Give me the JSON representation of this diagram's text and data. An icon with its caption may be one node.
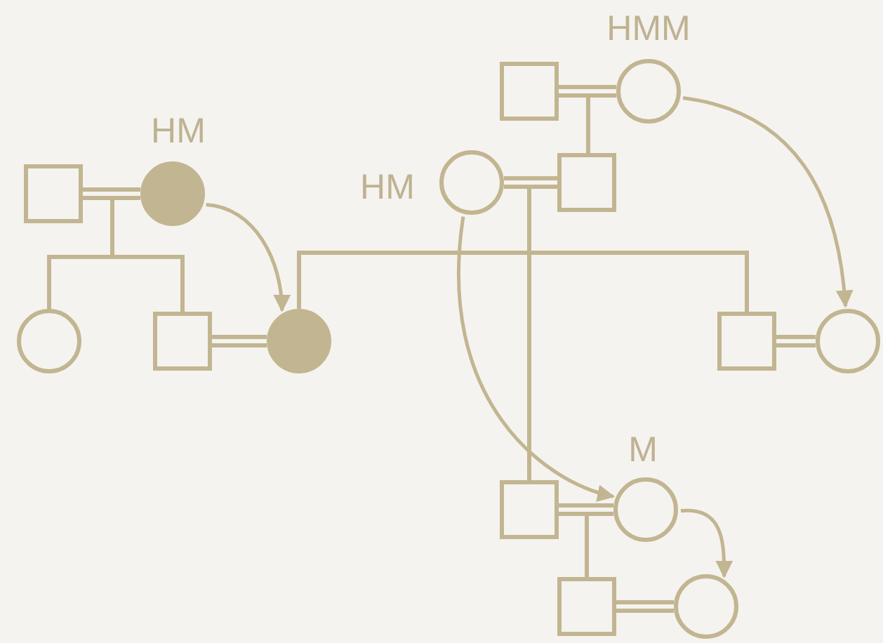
{
  "diagram": {
    "nodes": [
      {
        "text": [],
        "shape": "box"
      },
      {
        "text": [],
        "shape": "circle",
        "beside": [
          "HMM"
        ]
      },
      {
        "text": [],
        "shape": "box"
      },
      {
        "text": [],
        "shape": "box"
      },
      {
        "text": [],
        "shape": "circle",
        "beside": [
          "HM"
        ]
      },
      {
        "text": [],
        "shape": "circle",
        "beside": [
          "HM"
        ]
      },
      {
        "text": [],
        "shape": "circle"
      },
      {
        "text": [],
        "shape": "box"
      },
      {
        "text": [],
        "shape": "circle"
      },
      {
        "text": [],
        "shape": "box"
      },
      {
        "text": [],
        "shape": "circle"
      },
      {
        "text": [],
        "shape": "box"
      },
      {
        "text": [],
        "shape": "circle",
        "beside": [
          "M"
        ]
      },
      {
        "text": [],
        "shape": "box"
      },
      {
        "text": [],
        "shape": "circle"
      }
    ],
    "edges": [
      {
        "from": 0,
        "to": 1,
        "arrow": "none"
      },
      {
        "from": 3,
        "to": 4,
        "arrow": "none"
      },
      {
        "from": 5,
        "to": 2,
        "arrow": "none"
      },
      {
        "from": 7,
        "to": 8,
        "arrow": "none"
      },
      {
        "from": 9,
        "to": 10,
        "arrow": "none"
      },
      {
        "from": 11,
        "to": 12,
        "arrow": "none"
      },
      {
        "from": 13,
        "to": 14,
        "arrow": "none"
      },
      {
        "from": 0,
        "to": 2,
        "arrow": "none"
      },
      {
        "from": 3,
        "to": 6,
        "arrow": "none"
      },
      {
        "from": 3,
        "to": 7,
        "arrow": "none"
      },
      {
        "from": 2,
        "to": 8,
        "arrow": "none"
      },
      {
        "from": 2,
        "to": 9,
        "arrow": "none"
      },
      {
        "from": 2,
        "to": 11,
        "arrow": "none"
      },
      {
        "from": 11,
        "to": 13,
        "arrow": "none"
      },
      {
        "from": 4,
        "to": 8,
        "arrow": "to"
      },
      {
        "from": 1,
        "to": 10,
        "arrow": "to"
      },
      {
        "from": 5,
        "to": 12,
        "arrow": "to"
      },
      {
        "from": 12,
        "to": 14,
        "arrow": "to"
      }
    ]
  }
}
